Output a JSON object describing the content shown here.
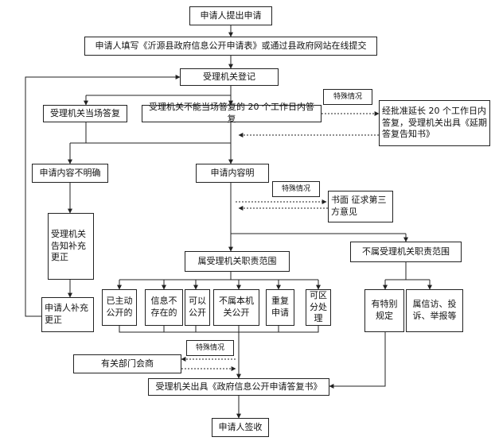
{
  "nodes": {
    "apply": "申请人提出申请",
    "fill_form": "申请人填写《沂源县政府信息公开申请表》或通过县政府网站在线提交",
    "register": "受理机关登记",
    "answer_now": "受理机关当场答复",
    "answer_20days": "受理机关不能当场答复的 20 个工作日内答复",
    "special_1": "特殊情况",
    "extend": "经批准延长 20 个工作日内答复，受理机关出具《延期答复告知书》",
    "unclear": "申请内容不明确",
    "clear": "申请内容明",
    "special_2": "特殊情况",
    "third_party": "书面 征求第三方意见",
    "notify_fix": "受理机关告知补充更正",
    "applicant_fix": "申请人补充更正",
    "in_scope": "属受理机关职责范围",
    "out_scope": "不属受理机关职责范围",
    "public": "已主动公开的",
    "not_exist": "信息不存在的",
    "can_public": "可以公开",
    "not_public": "不属本机关公开",
    "repeat": "重复申请",
    "separable": "可区分处理",
    "special_rule": "有特别规定",
    "petition": "属信访、投诉、举报等",
    "special_3": "特殊情况",
    "consult": "有关部门会商",
    "reply_letter": "受理机关出具《政府信息公开申请答复书》",
    "sign": "申请人签收"
  }
}
